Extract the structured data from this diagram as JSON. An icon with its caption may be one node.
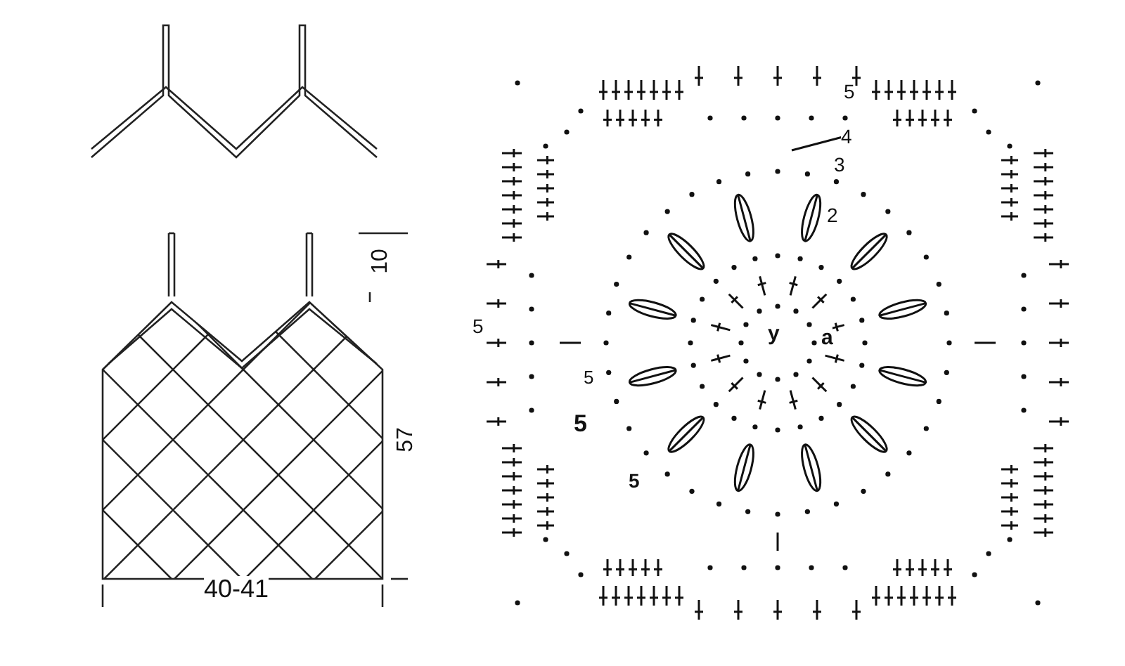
{
  "diagram": {
    "labels": [
      "5",
      "4",
      "3",
      "10",
      "2",
      "5",
      "y",
      "a",
      "5",
      "57",
      "5",
      "5",
      "40-41"
    ]
  }
}
